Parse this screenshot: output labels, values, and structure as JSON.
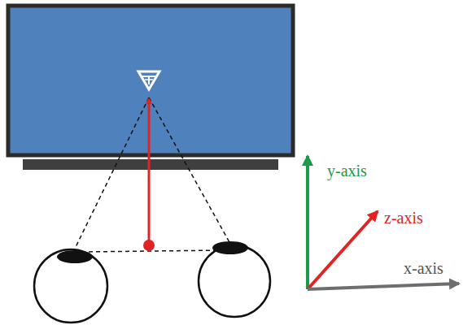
{
  "diagram": {
    "labels": [
      "y-axis",
      "z-axis",
      "x-axis"
    ]
  }
}
